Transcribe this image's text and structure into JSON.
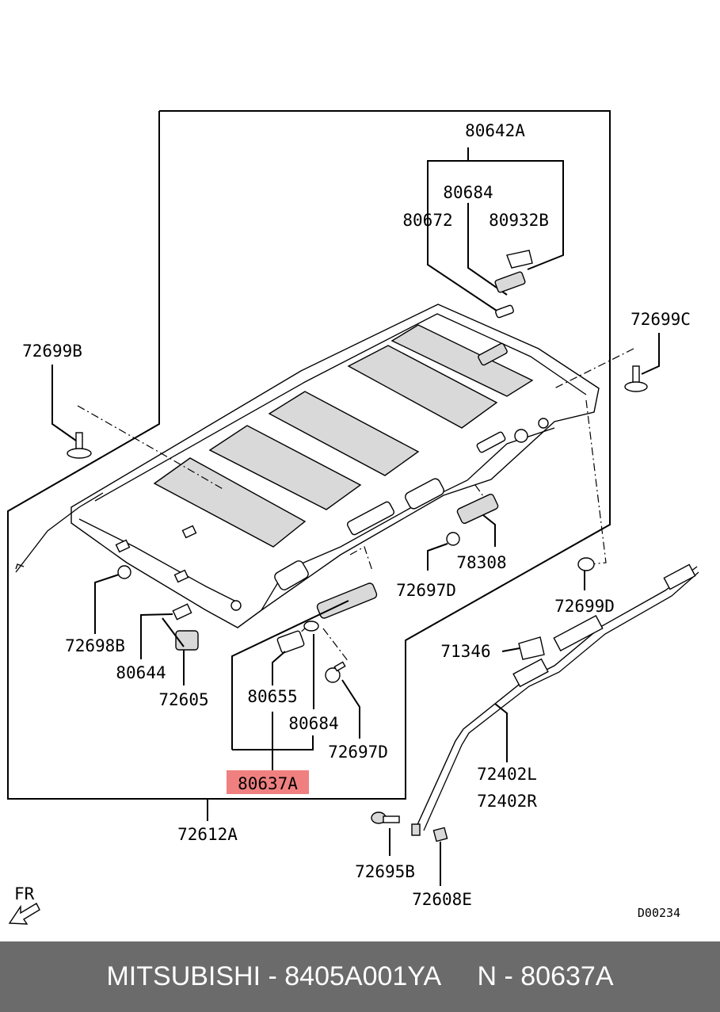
{
  "labels": {
    "p80642A": "80642A",
    "p80684_top": "80684",
    "p80672": "80672",
    "p80932B": "80932B",
    "p72699B": "72699B",
    "p72699C": "72699C",
    "p78308": "78308",
    "p72697D_right": "72697D",
    "p72699D": "72699D",
    "p71346": "71346",
    "p72698B": "72698B",
    "p80644": "80644",
    "p72605": "72605",
    "p80655": "80655",
    "p80684_bottom": "80684",
    "p72697D_bottom": "72697D",
    "p80637A": "80637A",
    "p72402L": "72402L",
    "p72402R": "72402R",
    "p72612A": "72612A",
    "p72695B": "72695B",
    "p72608E": "72608E",
    "fr": "FR",
    "code": "D00234"
  },
  "highlight_color": "#f08080",
  "footer": {
    "text": "MITSUBISHI - 8405A001YA     N - 80637A"
  }
}
